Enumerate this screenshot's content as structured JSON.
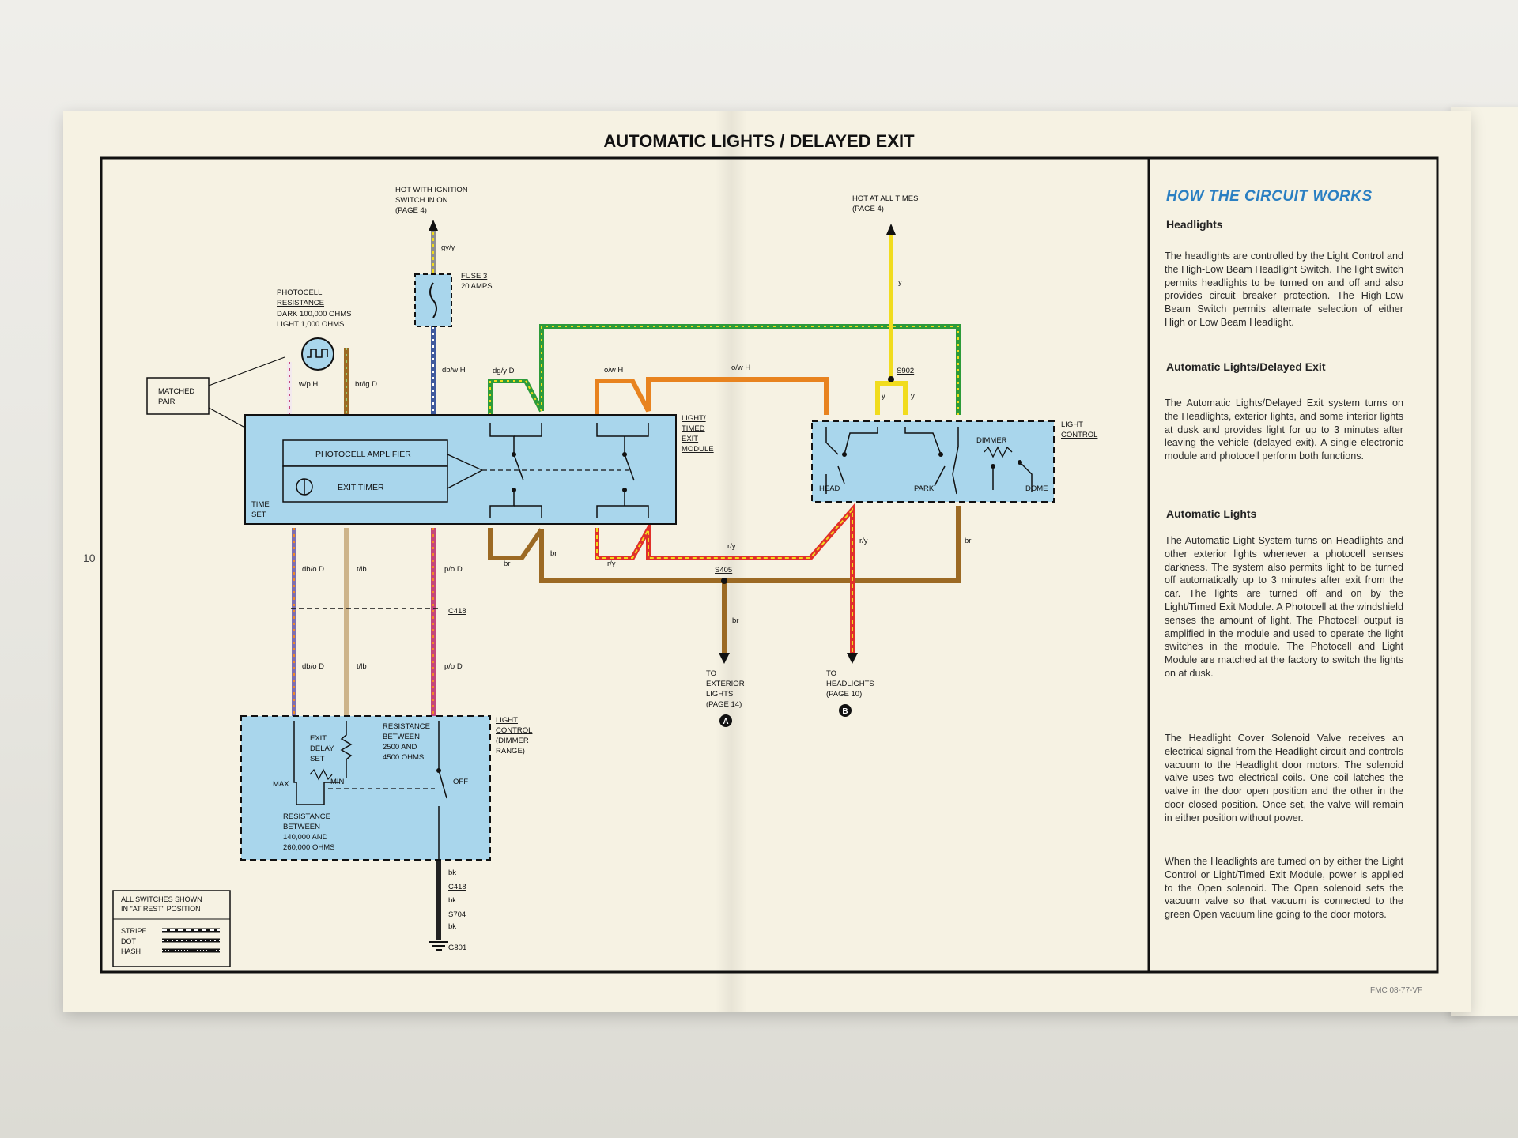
{
  "page": {
    "title": "AUTOMATIC LIGHTS / DELAYED EXIT",
    "page_number": "10",
    "code": "FMC 08-77-VF"
  },
  "labels": {
    "hot_ign_1": "HOT WITH IGNITION",
    "hot_ign_2": "SWITCH IN ON",
    "hot_ign_3": "(PAGE 4)",
    "hot_all_1": "HOT AT ALL TIMES",
    "hot_all_2": "(PAGE 4)",
    "fuse_1": "FUSE 3",
    "fuse_2": "20 AMPS",
    "pc_res_1": "PHOTOCELL",
    "pc_res_2": "RESISTANCE",
    "pc_res_3": "DARK  100,000 OHMS",
    "pc_res_4": "LIGHT     1,000 OHMS",
    "matched_1": "MATCHED",
    "matched_2": "PAIR",
    "pc_amp": "PHOTOCELL AMPLIFIER",
    "exit_timer": "EXIT TIMER",
    "time_1": "TIME",
    "time_2": "SET",
    "module_1": "LIGHT/",
    "module_2": "TIMED",
    "module_3": "EXIT",
    "module_4": "MODULE",
    "lc_1": "LIGHT",
    "lc_2": "CONTROL",
    "head": "HEAD",
    "park": "PARK",
    "dimmer": "DIMMER",
    "dome": "DOME",
    "s902": "S902",
    "s405": "S405",
    "c418_a": "C418",
    "c418_b": "C418",
    "s704": "S704",
    "g801": "G801",
    "to_ext_1": "TO",
    "to_ext_2": "EXTERIOR",
    "to_ext_3": "LIGHTS",
    "to_ext_4": "(PAGE 14)",
    "to_head_1": "TO",
    "to_head_2": "HEADLIGHTS",
    "to_head_3": "(PAGE 10)",
    "marker_a": "A",
    "marker_b": "B",
    "exit_delay_1": "EXIT",
    "exit_delay_2": "DELAY",
    "exit_delay_3": "SET",
    "res_between_1": "RESISTANCE",
    "res_between_2": "BETWEEN",
    "res_between_3": "2500 AND",
    "res_between_4": "4500 OHMS",
    "max": "MAX",
    "min": "MIN",
    "off": "OFF",
    "res_low_1": "RESISTANCE",
    "res_low_2": "BETWEEN",
    "res_low_3": "140,000 AND",
    "res_low_4": "260,000 OHMS",
    "dimmer_lc_1": "LIGHT",
    "dimmer_lc_2": "CONTROL",
    "dimmer_lc_3": "(DIMMER",
    "dimmer_lc_4": "RANGE)",
    "legend_1": "ALL SWITCHES SHOWN",
    "legend_2": "IN \"AT REST\" POSITION",
    "stripe": "STRIPE",
    "dot": "DOT",
    "hash": "HASH"
  },
  "wires": {
    "gy_y": "gy/y",
    "db_w_h": "db/w H",
    "w_p_h": "w/p H",
    "br_lg_d": "br/lg D",
    "dg_y_d": "dg/y D",
    "o_w_h_1": "o/w H",
    "o_w_h_2": "o/w H",
    "y_top": "y",
    "y_l": "y",
    "y_r": "y",
    "db_o_d_1": "db/o D",
    "t_lb_1": "t/lb",
    "p_o_d_1": "p/o D",
    "db_o_d_2": "db/o D",
    "t_lb_2": "t/lb",
    "p_o_d_2": "p/o D",
    "br_1": "br",
    "br_2": "br",
    "br_3": "br",
    "br_4": "br",
    "r_y_1": "r/y",
    "r_y_2": "r/y",
    "r_y_3": "r/y",
    "bk_1": "bk",
    "bk_2": "bk",
    "bk_3": "bk"
  },
  "panel": {
    "title": "HOW THE CIRCUIT WORKS",
    "h_headlights": "Headlights",
    "p_headlights": "The headlights are controlled by the Light Control and the High-Low Beam Headlight Switch. The light switch permits headlights to be turned on and off and also provides circuit breaker protection. The High-Low Beam Switch permits alternate selection of either High or Low Beam Headlight.",
    "h_auto_delayed": "Automatic Lights/Delayed Exit",
    "p_auto_delayed": "The Automatic Lights/Delayed Exit system turns on the Headlights, exterior lights, and some interior lights at dusk and provides light for up to 3 minutes after leaving the vehicle (delayed exit). A single electronic module and photocell perform both functions.",
    "h_auto": "Automatic Lights",
    "p_auto": "The Automatic Light System turns on Headlights and other exterior lights whenever a photocell senses darkness. The system also permits light to be turned off automatically up to 3 minutes after exit from the car. The lights are turned off and on by the Light/Timed Exit Module. A Photocell at the windshield senses the amount of light. The Photocell output is amplified in the module and used to operate the light switches in the module. The Photocell and Light Module are matched at the factory to switch the lights on at dusk.",
    "p_solenoid": "The Headlight Cover Solenoid Valve receives an electrical signal from the Headlight circuit and controls vacuum to the Headlight door motors. The solenoid valve uses two electrical coils. One coil latches the valve in the door open position and the other in the door closed position. Once set, the valve will remain in either position without power.",
    "p_when": "When the Headlights are turned on by either the Light Control or Light/Timed Exit Module, power is applied to the Open solenoid. The Open solenoid sets the vacuum valve so that vacuum is connected to the green Open vacuum line going to the door motors."
  },
  "colors": {
    "paper": "#f6f2e3",
    "module_blue": "#a9d6ec",
    "green": "#2d9b3a",
    "orange": "#e8831f",
    "yellow": "#f1dc1e",
    "red": "#e0302a",
    "brown": "#9c6a24",
    "purple": "#7e6fb0",
    "tan": "#cdb48a",
    "pink": "#c4477a",
    "navy": "#3f5a9e",
    "black": "#222222",
    "panel_title": "#2a7fc2"
  }
}
